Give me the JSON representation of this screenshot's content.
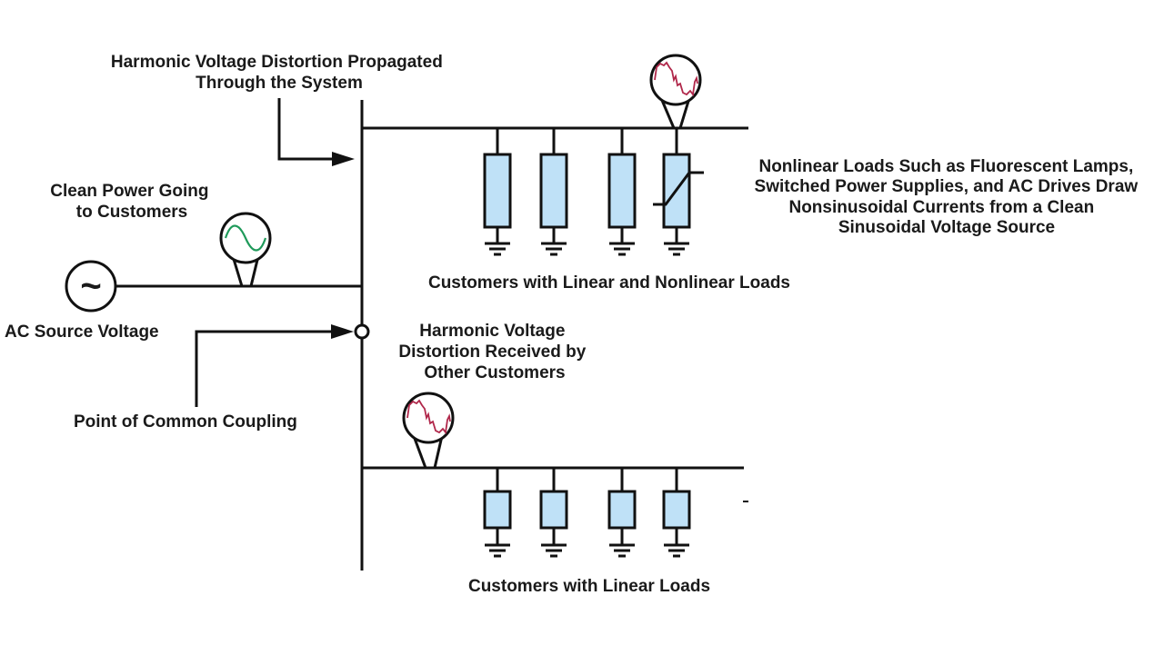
{
  "labels": {
    "propagated": [
      "Harmonic Voltage Distortion Propagated",
      "Through the System"
    ],
    "clean_power": [
      "Clean Power Going",
      "to Customers"
    ],
    "ac_source": "AC Source Voltage",
    "pcc": "Point of Common Coupling",
    "received": [
      "Harmonic Voltage",
      "Distortion Received by",
      "Other Customers"
    ],
    "nonlinear_note": [
      "Nonlinear Loads Such as Fluorescent Lamps,",
      "Switched Power Supplies, and AC Drives Draw",
      "Nonsinusoidal Currents from a Clean",
      "Sinusoidal Voltage Source"
    ],
    "upper_group": "Customers with Linear and Nonlinear Loads",
    "lower_group": "Customers with Linear Loads"
  },
  "symbols": {
    "source_glyph": "~"
  },
  "colors": {
    "load_fill": "#bfe1f7",
    "clean_wave": "#1f9a5a",
    "distorted_wave": "#b0274a",
    "line": "#111111"
  },
  "upper_loads": [
    {
      "type": "linear"
    },
    {
      "type": "linear"
    },
    {
      "type": "linear"
    },
    {
      "type": "nonlinear"
    }
  ],
  "lower_loads": [
    {
      "type": "linear"
    },
    {
      "type": "linear"
    },
    {
      "type": "linear"
    },
    {
      "type": "linear"
    }
  ]
}
